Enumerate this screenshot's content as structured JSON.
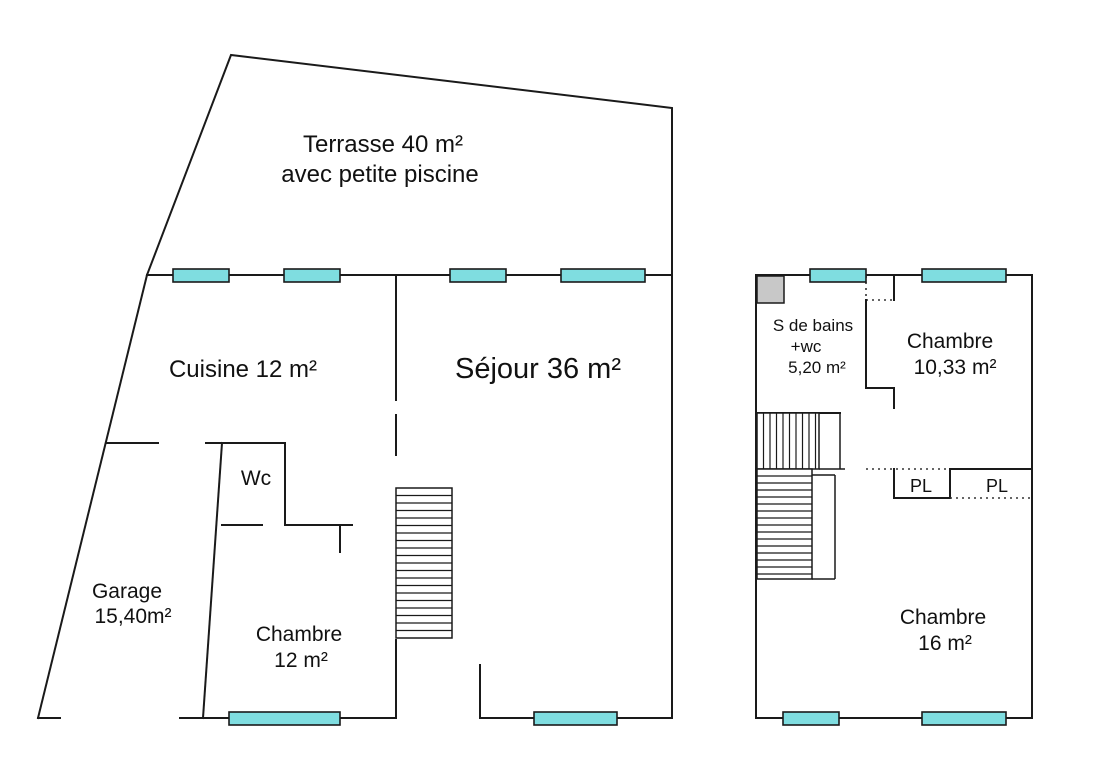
{
  "rooms": {
    "terrasse": [
      "Terrasse 40 m²",
      "avec petite piscine"
    ],
    "cuisine": "Cuisine 12 m²",
    "sejour": "Séjour 36 m²",
    "wc": "Wc",
    "garage": [
      "Garage",
      "15,40m²"
    ],
    "chambre_rdc": [
      "Chambre",
      "12 m²"
    ],
    "sdb": [
      "S de bains",
      "+wc",
      "5,20 m²"
    ],
    "chambre_etage_1": [
      "Chambre",
      "10,33 m²"
    ],
    "placard_1": "PL",
    "placard_2": "PL",
    "chambre_etage_2": [
      "Chambre",
      "16 m²"
    ]
  },
  "colors": {
    "window": "#7fdde0",
    "wall": "#1a1a1a",
    "shaft": "#c8c8c8"
  }
}
